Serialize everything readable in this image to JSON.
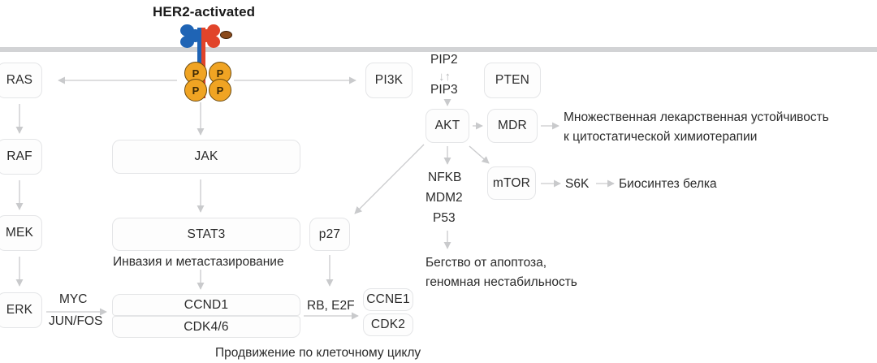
{
  "title": "HER2-activated",
  "colors": {
    "membrane": "#d2d3d5",
    "node_border": "#e4e5e7",
    "node_fill": "#fdfdfd",
    "text": "#2b2b2b",
    "arrow": "#c9cacc",
    "phospho_fill": "#F0A423",
    "phospho_stroke": "#6b4a10",
    "receptor_blue": "#1F64B5",
    "receptor_red": "#E1442A"
  },
  "receptor": {
    "phospho_label": "P",
    "phospho_count": 4
  },
  "nodes": {
    "ras": "RAS",
    "raf": "RAF",
    "mek": "MEK",
    "erk": "ERK",
    "jak": "JAK",
    "stat3": "STAT3",
    "ccnd1": "CCND1",
    "cdk46": "CDK4/6",
    "p27": "p27",
    "ccne1": "CCNE1",
    "cdk2": "CDK2",
    "pi3k": "PI3K",
    "pten": "PTEN",
    "akt": "AKT",
    "mdr": "MDR",
    "mtor": "mTOR"
  },
  "labels": {
    "pip2": "PIP2",
    "pip_arrows": "↓↑",
    "pip3": "PIP3",
    "myc": "MYC",
    "junfos": "JUN/FOS",
    "rb_e2f": "RB, E2F",
    "s6k": "S6K",
    "nfkb": "NFKB",
    "mdm2": "MDM2",
    "p53": "P53"
  },
  "outcomes": {
    "mdr_text": "Множественная лекарственная устойчивость\nк цитостатической химиотерапии",
    "protein_synthesis": "Биосинтез белка",
    "apoptosis_escape": "Бегство от апоптоза,\nгеномная нестабильность",
    "invasion": "Инвазия и метастазирование",
    "cell_cycle": "Продвижение по клеточному циклу"
  }
}
